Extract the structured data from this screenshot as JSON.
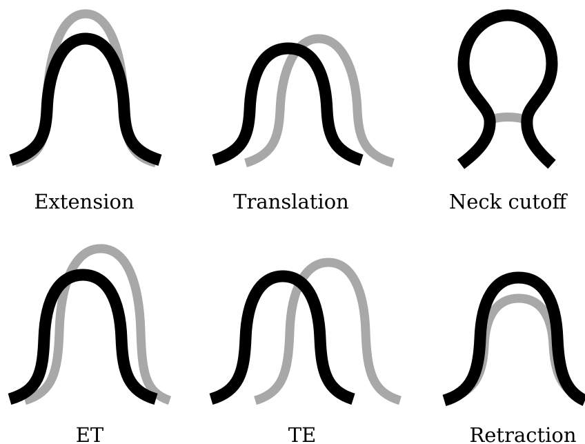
{
  "colors": {
    "previous_position": "#a8a8a8",
    "current_position": "#000000",
    "background": "#ffffff"
  },
  "panels": [
    {
      "id": "extension",
      "label": "Extension"
    },
    {
      "id": "translation",
      "label": "Translation"
    },
    {
      "id": "neck-cutoff",
      "label": "Neck cutoff"
    },
    {
      "id": "et",
      "label": "ET"
    },
    {
      "id": "te",
      "label": "TE"
    },
    {
      "id": "retraction",
      "label": "Retraction"
    }
  ]
}
